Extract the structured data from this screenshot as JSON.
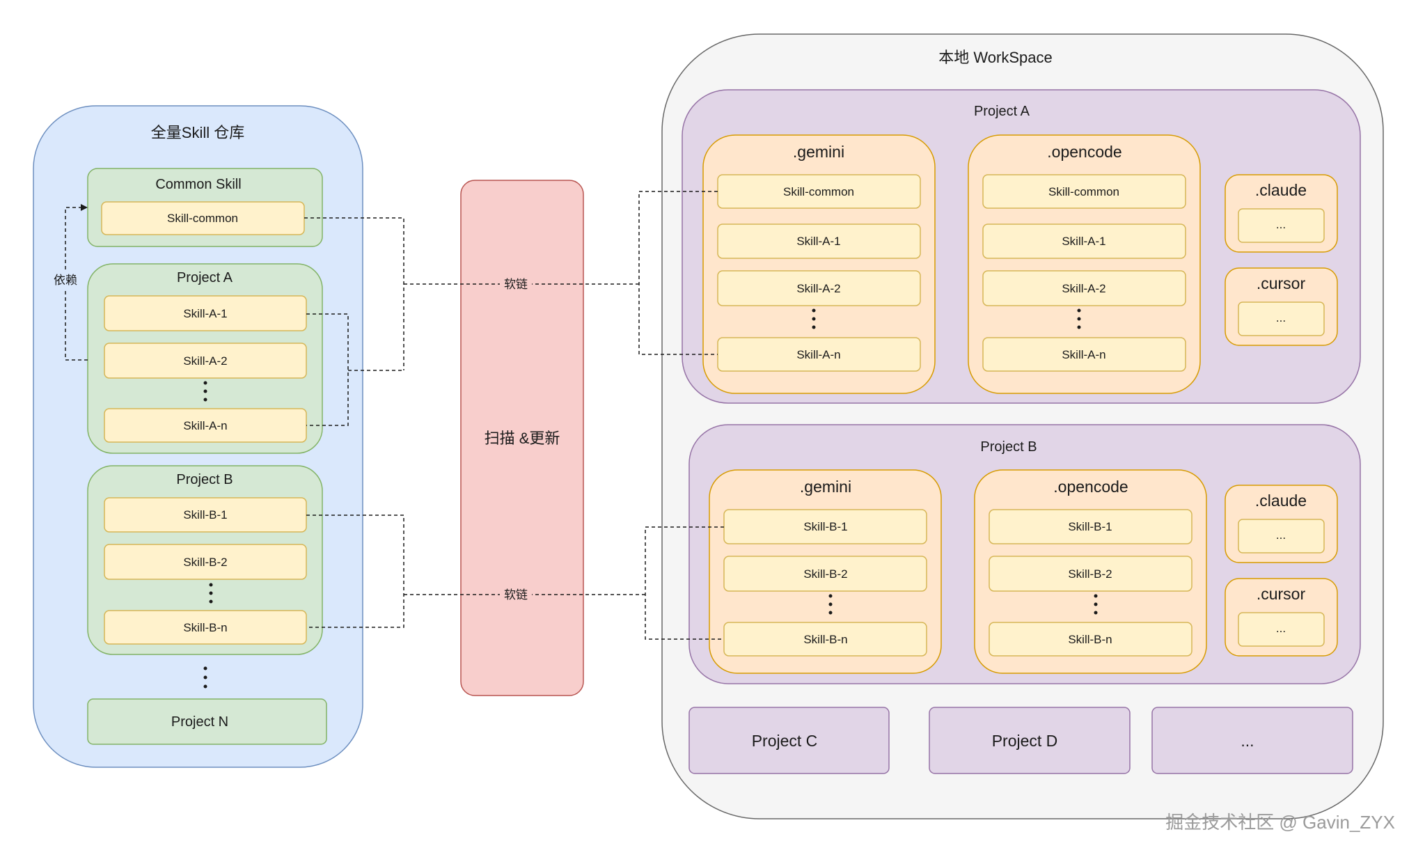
{
  "repo": {
    "title": "全量Skill 仓库",
    "common": {
      "title": "Common Skill",
      "skill": "Skill-common"
    },
    "project_a": {
      "title": "Project A",
      "skills": [
        "Skill-A-1",
        "Skill-A-2",
        "Skill-A-n"
      ]
    },
    "project_b": {
      "title": "Project B",
      "skills": [
        "Skill-B-1",
        "Skill-B-2",
        "Skill-B-n"
      ]
    },
    "project_n": {
      "title": "Project N"
    },
    "dependency_label": "依赖"
  },
  "scanner": {
    "label": "扫描 &更新"
  },
  "links": {
    "symlink_label": "软链"
  },
  "workspace": {
    "title": "本地 WorkSpace",
    "project_a": {
      "title": "Project A",
      "gemini": {
        "title": ".gemini",
        "skills": [
          "Skill-common",
          "Skill-A-1",
          "Skill-A-2",
          "Skill-A-n"
        ]
      },
      "opencode": {
        "title": ".opencode",
        "skills": [
          "Skill-common",
          "Skill-A-1",
          "Skill-A-2",
          "Skill-A-n"
        ]
      },
      "claude": {
        "title": ".claude",
        "placeholder": "..."
      },
      "cursor": {
        "title": ".cursor",
        "placeholder": "..."
      }
    },
    "project_b": {
      "title": "Project B",
      "gemini": {
        "title": ".gemini",
        "skills": [
          "Skill-B-1",
          "Skill-B-2",
          "Skill-B-n"
        ]
      },
      "opencode": {
        "title": ".opencode",
        "skills": [
          "Skill-B-1",
          "Skill-B-2",
          "Skill-B-n"
        ]
      },
      "claude": {
        "title": ".claude",
        "placeholder": "..."
      },
      "cursor": {
        "title": ".cursor",
        "placeholder": "..."
      }
    },
    "other_projects": [
      "Project C",
      "Project D",
      "..."
    ]
  },
  "watermark": "掘金技术社区 @ Gavin_ZYX",
  "colors": {
    "repo_fill": "#dae8fc",
    "repo_stroke": "#6c8ebf",
    "group_fill": "#d5e8d4",
    "group_stroke": "#82b366",
    "skill_fill": "#fff2cc",
    "skill_stroke": "#d6b656",
    "scanner_fill": "#f8cecc",
    "scanner_stroke": "#b85450",
    "workspace_fill": "#f5f5f5",
    "workspace_stroke": "#666666",
    "project_fill": "#e1d5e7",
    "project_stroke": "#9673a6",
    "folder_fill": "#ffe6cc",
    "folder_stroke": "#d79b00"
  }
}
